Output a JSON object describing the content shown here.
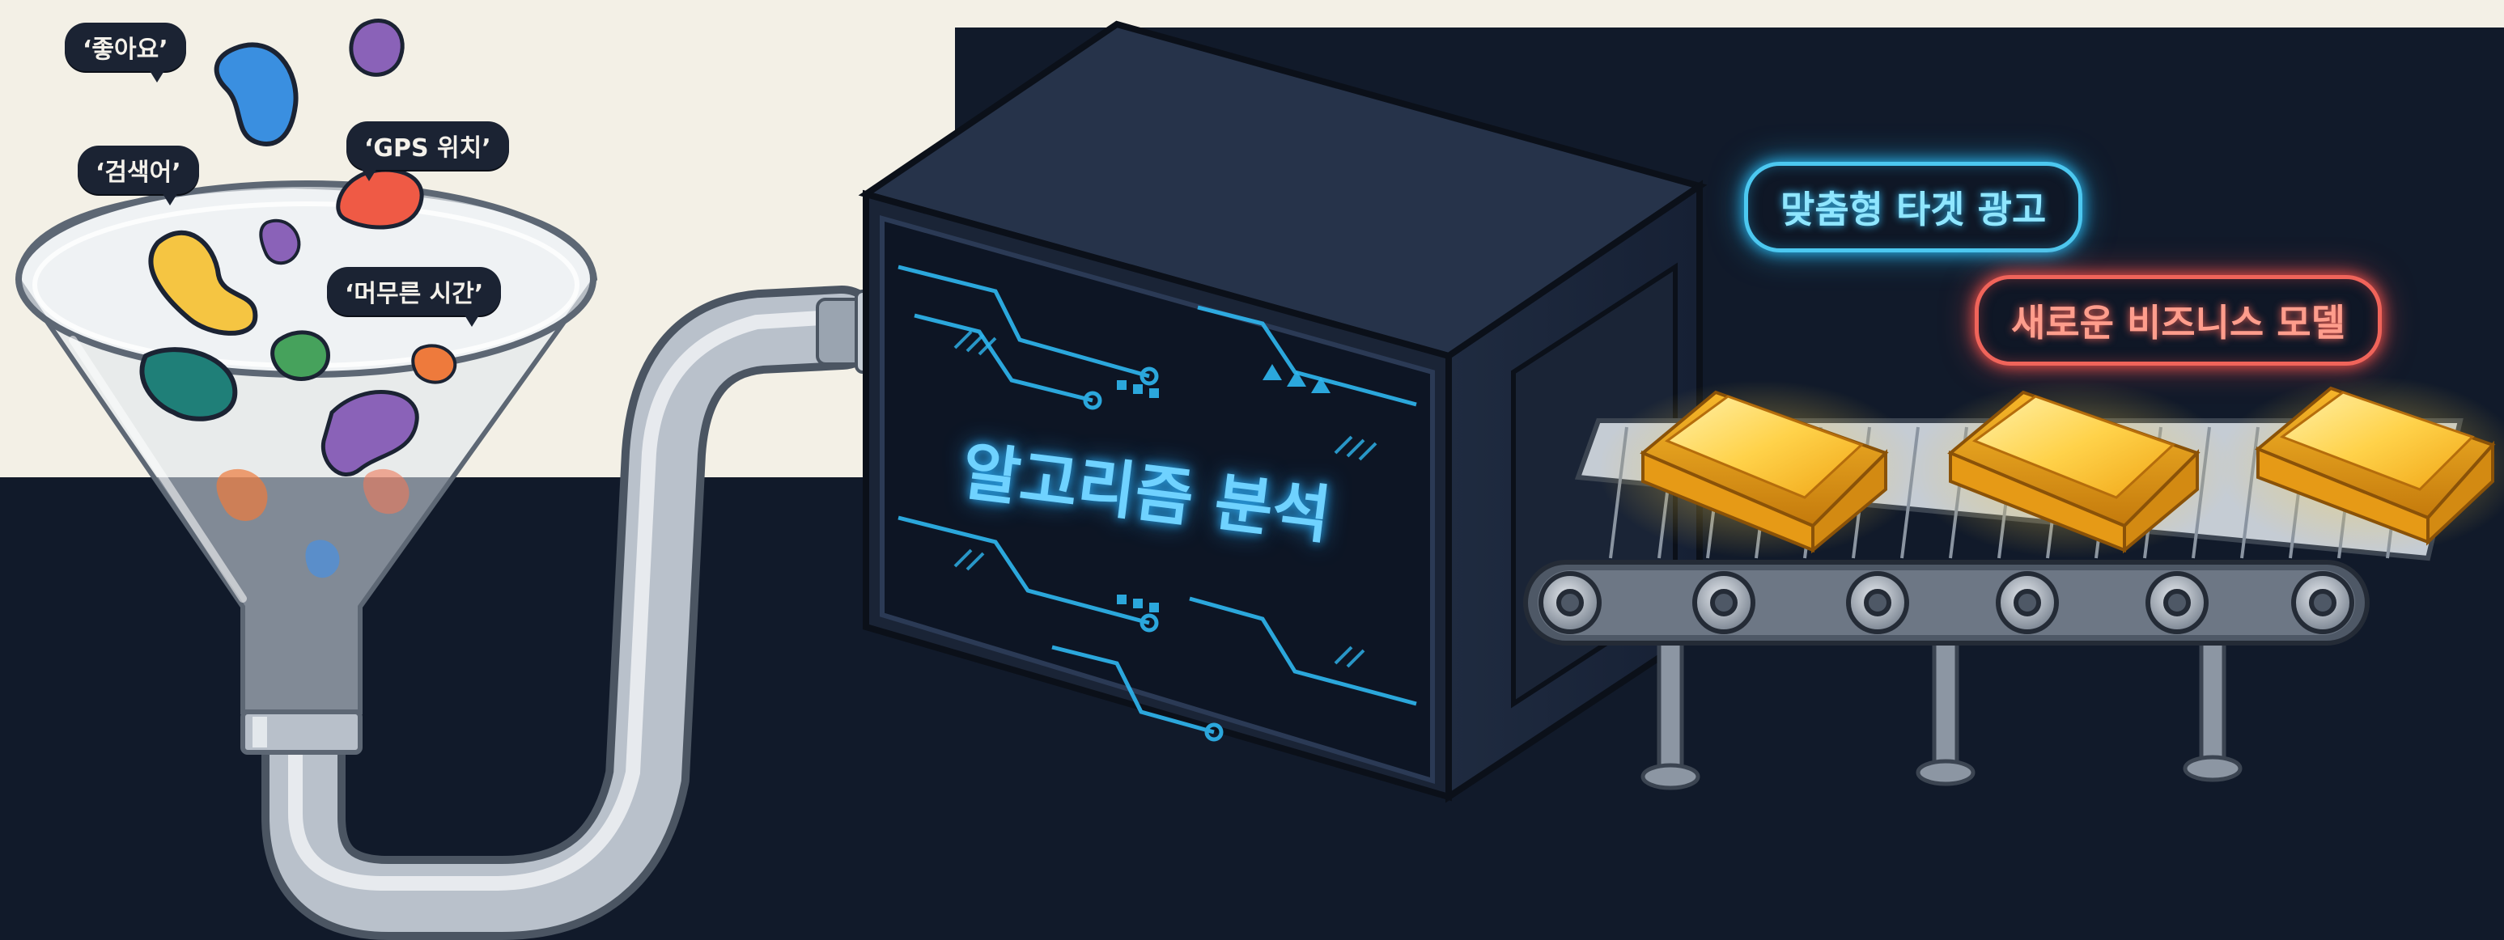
{
  "input_labels": {
    "like": "‘좋아요’",
    "search": "‘검색어’",
    "gps": "‘GPS 위치’",
    "dwell": "‘머무른 시간’"
  },
  "machine": {
    "label": "알고리즘 분석"
  },
  "outputs": {
    "targeted_ads": "맞춤형 타겟 광고",
    "new_business": "새로운 비즈니스 모델"
  },
  "colors": {
    "background_top": "#f3f0e6",
    "background_bottom": "#111a2a",
    "neon_blue": "#4cc8f0",
    "neon_red": "#f0645a",
    "gold": "#f5b622"
  }
}
